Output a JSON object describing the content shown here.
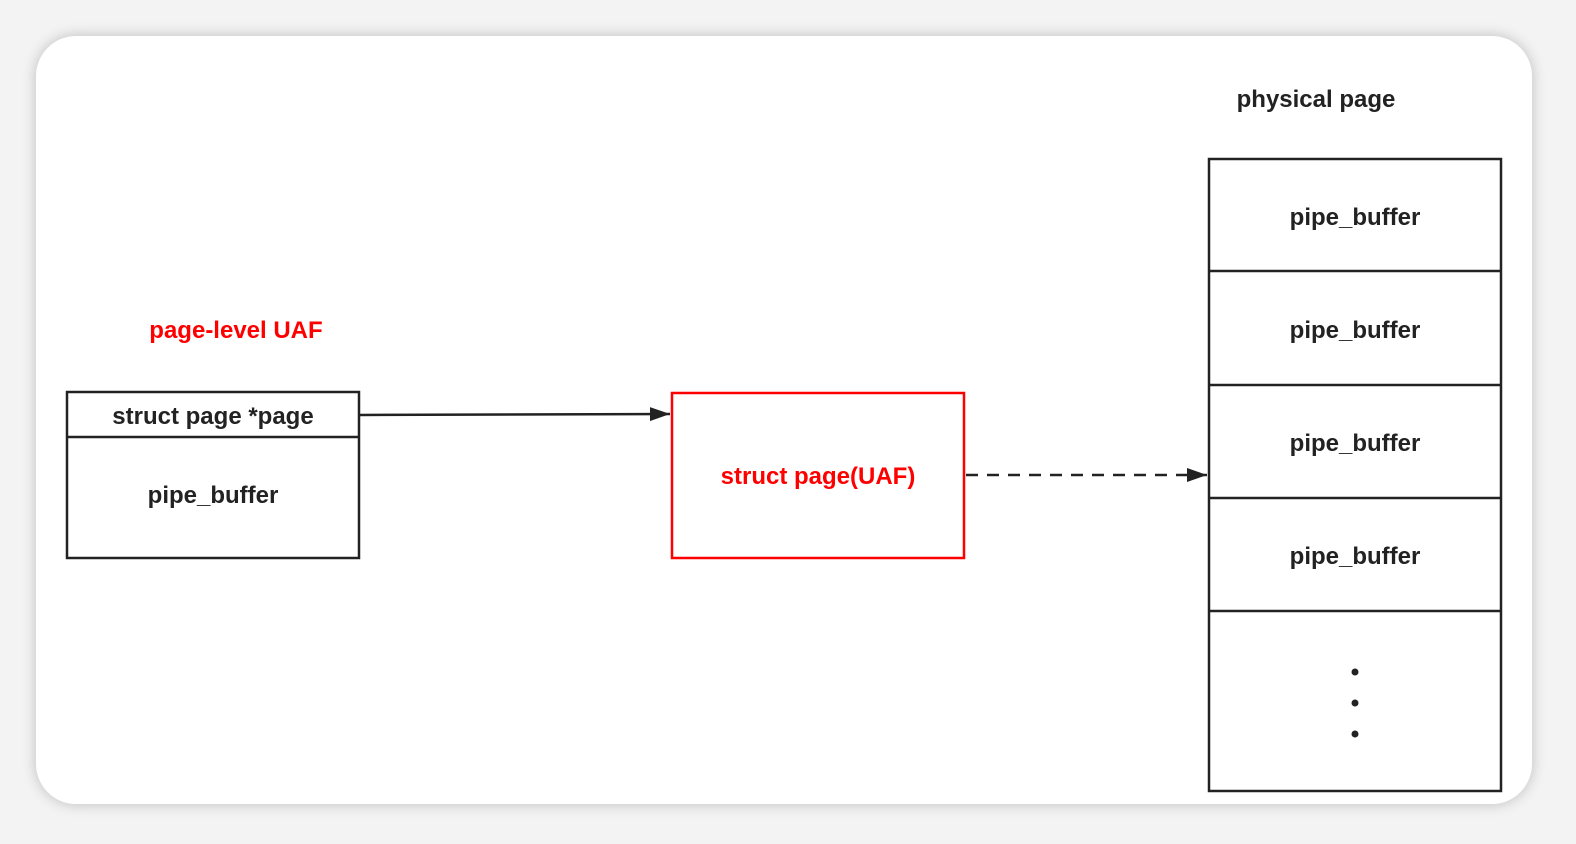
{
  "colors": {
    "ink": "#222222",
    "accent": "#ff0000",
    "card_bg": "#ffffff",
    "page_bg": "#f3f3f3"
  },
  "left_struct": {
    "annotation": "page-level UAF",
    "header_field": "struct page *page",
    "body_label": "pipe_buffer"
  },
  "uaf_page": {
    "label": "struct page(UAF)"
  },
  "physical_page": {
    "title": "physical page",
    "slots": [
      "pipe_buffer",
      "pipe_buffer",
      "pipe_buffer",
      "pipe_buffer"
    ],
    "continuation": "⋮"
  },
  "edges": [
    {
      "from": "left_struct.header_field",
      "to": "uaf_page",
      "style": "solid"
    },
    {
      "from": "uaf_page",
      "to": "physical_page",
      "style": "dashed"
    }
  ]
}
